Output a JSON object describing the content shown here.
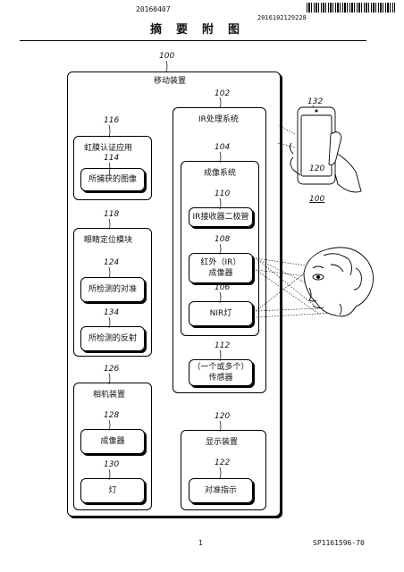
{
  "header": {
    "date": "20160407",
    "pub_id": "2016102129228",
    "title": "摘要附图"
  },
  "diagram": {
    "mobile_device": {
      "ref": "100",
      "label": "移动装置"
    },
    "iris_app": {
      "ref": "116",
      "label": "虹膜认证应用"
    },
    "captured_image": {
      "ref": "114",
      "label": "所捕获的图像"
    },
    "eye_module": {
      "ref": "118",
      "label": "眼睛定位模块"
    },
    "detected_alignment": {
      "ref": "124",
      "label": "所检测的对准"
    },
    "detected_reflection": {
      "ref": "134",
      "label": "所检测的反射"
    },
    "camera_device": {
      "ref": "126",
      "label": "相机装置"
    },
    "cam_imager": {
      "ref": "128",
      "label": "成像器"
    },
    "cam_light": {
      "ref": "130",
      "label": "灯"
    },
    "ir_system": {
      "ref": "102",
      "label": "IR处理系统"
    },
    "imaging_system": {
      "ref": "104",
      "label": "成像系统"
    },
    "ir_receiver": {
      "ref": "110",
      "label": "IR接收器二极管"
    },
    "ir_imager": {
      "ref": "108",
      "label_line1": "红外（IR）",
      "label_line2": "成像器"
    },
    "nir_light": {
      "ref": "106",
      "label": "NIR灯"
    },
    "sensors": {
      "ref": "112",
      "label_line1": "（一个或多个）",
      "label_line2": "传感器"
    },
    "display_device": {
      "ref": "120",
      "label": "显示装置"
    },
    "alignment_indicator": {
      "ref": "122",
      "label": "对准指示"
    },
    "phone": {
      "ref_top": "132",
      "ref_screen": "120",
      "ref_body": "100"
    }
  },
  "footer": {
    "page": "1",
    "ref": "SP1161596-70"
  }
}
